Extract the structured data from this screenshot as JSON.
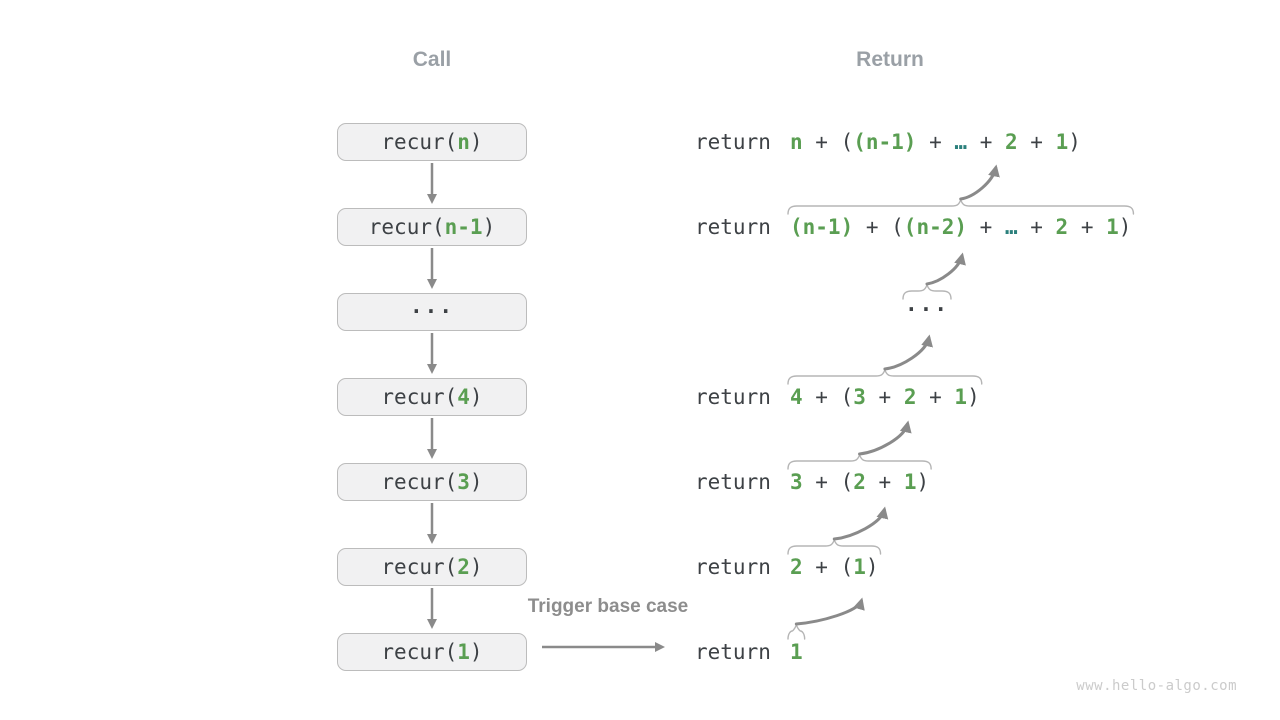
{
  "headers": {
    "call": "Call",
    "return": "Return"
  },
  "trigger_label": "Trigger base case",
  "watermark": "www.hello-algo.com",
  "colors": {
    "green": "#5a9e52",
    "teal": "#2b807c",
    "dark_text": "#3d4145",
    "arrow_gray": "#8a8a8a",
    "brace_gray": "#b5b5b5",
    "header_gray": "#9aa0a6",
    "box_fill": "#f1f1f2",
    "box_border": "#bcbcbc"
  },
  "call_stack": [
    {
      "segments": [
        {
          "t": "recur(",
          "c": "dark"
        },
        {
          "t": "n",
          "c": "green"
        },
        {
          "t": ")",
          "c": "dark"
        }
      ]
    },
    {
      "segments": [
        {
          "t": "recur(",
          "c": "dark"
        },
        {
          "t": "n-1",
          "c": "green"
        },
        {
          "t": ")",
          "c": "dark"
        }
      ]
    },
    {
      "dots": "..."
    },
    {
      "segments": [
        {
          "t": "recur(",
          "c": "dark"
        },
        {
          "t": "4",
          "c": "green"
        },
        {
          "t": ")",
          "c": "dark"
        }
      ]
    },
    {
      "segments": [
        {
          "t": "recur(",
          "c": "dark"
        },
        {
          "t": "3",
          "c": "green"
        },
        {
          "t": ")",
          "c": "dark"
        }
      ]
    },
    {
      "segments": [
        {
          "t": "recur(",
          "c": "dark"
        },
        {
          "t": "2",
          "c": "green"
        },
        {
          "t": ")",
          "c": "dark"
        }
      ]
    },
    {
      "segments": [
        {
          "t": "recur(",
          "c": "dark"
        },
        {
          "t": "1",
          "c": "green"
        },
        {
          "t": ")",
          "c": "dark"
        }
      ]
    }
  ],
  "returns": [
    {
      "keyword": "return",
      "segments": [
        {
          "t": "n",
          "c": "green"
        },
        {
          "t": " + (",
          "c": "dark"
        },
        {
          "t": "(n-1)",
          "c": "green"
        },
        {
          "t": " + ",
          "c": "dark"
        },
        {
          "t": "…",
          "c": "teal"
        },
        {
          "t": " + ",
          "c": "dark"
        },
        {
          "t": "2",
          "c": "green"
        },
        {
          "t": " + ",
          "c": "dark"
        },
        {
          "t": "1",
          "c": "green"
        },
        {
          "t": ")",
          "c": "dark"
        }
      ],
      "brace": false
    },
    {
      "keyword": "return",
      "segments": [
        {
          "t": "(n-1)",
          "c": "green"
        },
        {
          "t": " + (",
          "c": "dark"
        },
        {
          "t": "(n-2)",
          "c": "green"
        },
        {
          "t": " + ",
          "c": "dark"
        },
        {
          "t": "…",
          "c": "teal"
        },
        {
          "t": " + ",
          "c": "dark"
        },
        {
          "t": "2",
          "c": "green"
        },
        {
          "t": " + ",
          "c": "dark"
        },
        {
          "t": "1",
          "c": "green"
        },
        {
          "t": ")",
          "c": "dark"
        }
      ],
      "brace": true
    },
    {
      "dots": "..."
    },
    {
      "keyword": "return",
      "segments": [
        {
          "t": "4",
          "c": "green"
        },
        {
          "t": " + (",
          "c": "dark"
        },
        {
          "t": "3",
          "c": "green"
        },
        {
          "t": " + ",
          "c": "dark"
        },
        {
          "t": "2",
          "c": "green"
        },
        {
          "t": " + ",
          "c": "dark"
        },
        {
          "t": "1",
          "c": "green"
        },
        {
          "t": ")",
          "c": "dark"
        }
      ],
      "brace": true
    },
    {
      "keyword": "return",
      "segments": [
        {
          "t": "3",
          "c": "green"
        },
        {
          "t": " + (",
          "c": "dark"
        },
        {
          "t": "2",
          "c": "green"
        },
        {
          "t": " + ",
          "c": "dark"
        },
        {
          "t": "1",
          "c": "green"
        },
        {
          "t": ")",
          "c": "dark"
        }
      ],
      "brace": true
    },
    {
      "keyword": "return",
      "segments": [
        {
          "t": "2",
          "c": "green"
        },
        {
          "t": " + (",
          "c": "dark"
        },
        {
          "t": "1",
          "c": "green"
        },
        {
          "t": ")",
          "c": "dark"
        }
      ],
      "brace": true
    },
    {
      "keyword": "return",
      "segments": [
        {
          "t": "1",
          "c": "green"
        }
      ],
      "brace": true
    }
  ]
}
